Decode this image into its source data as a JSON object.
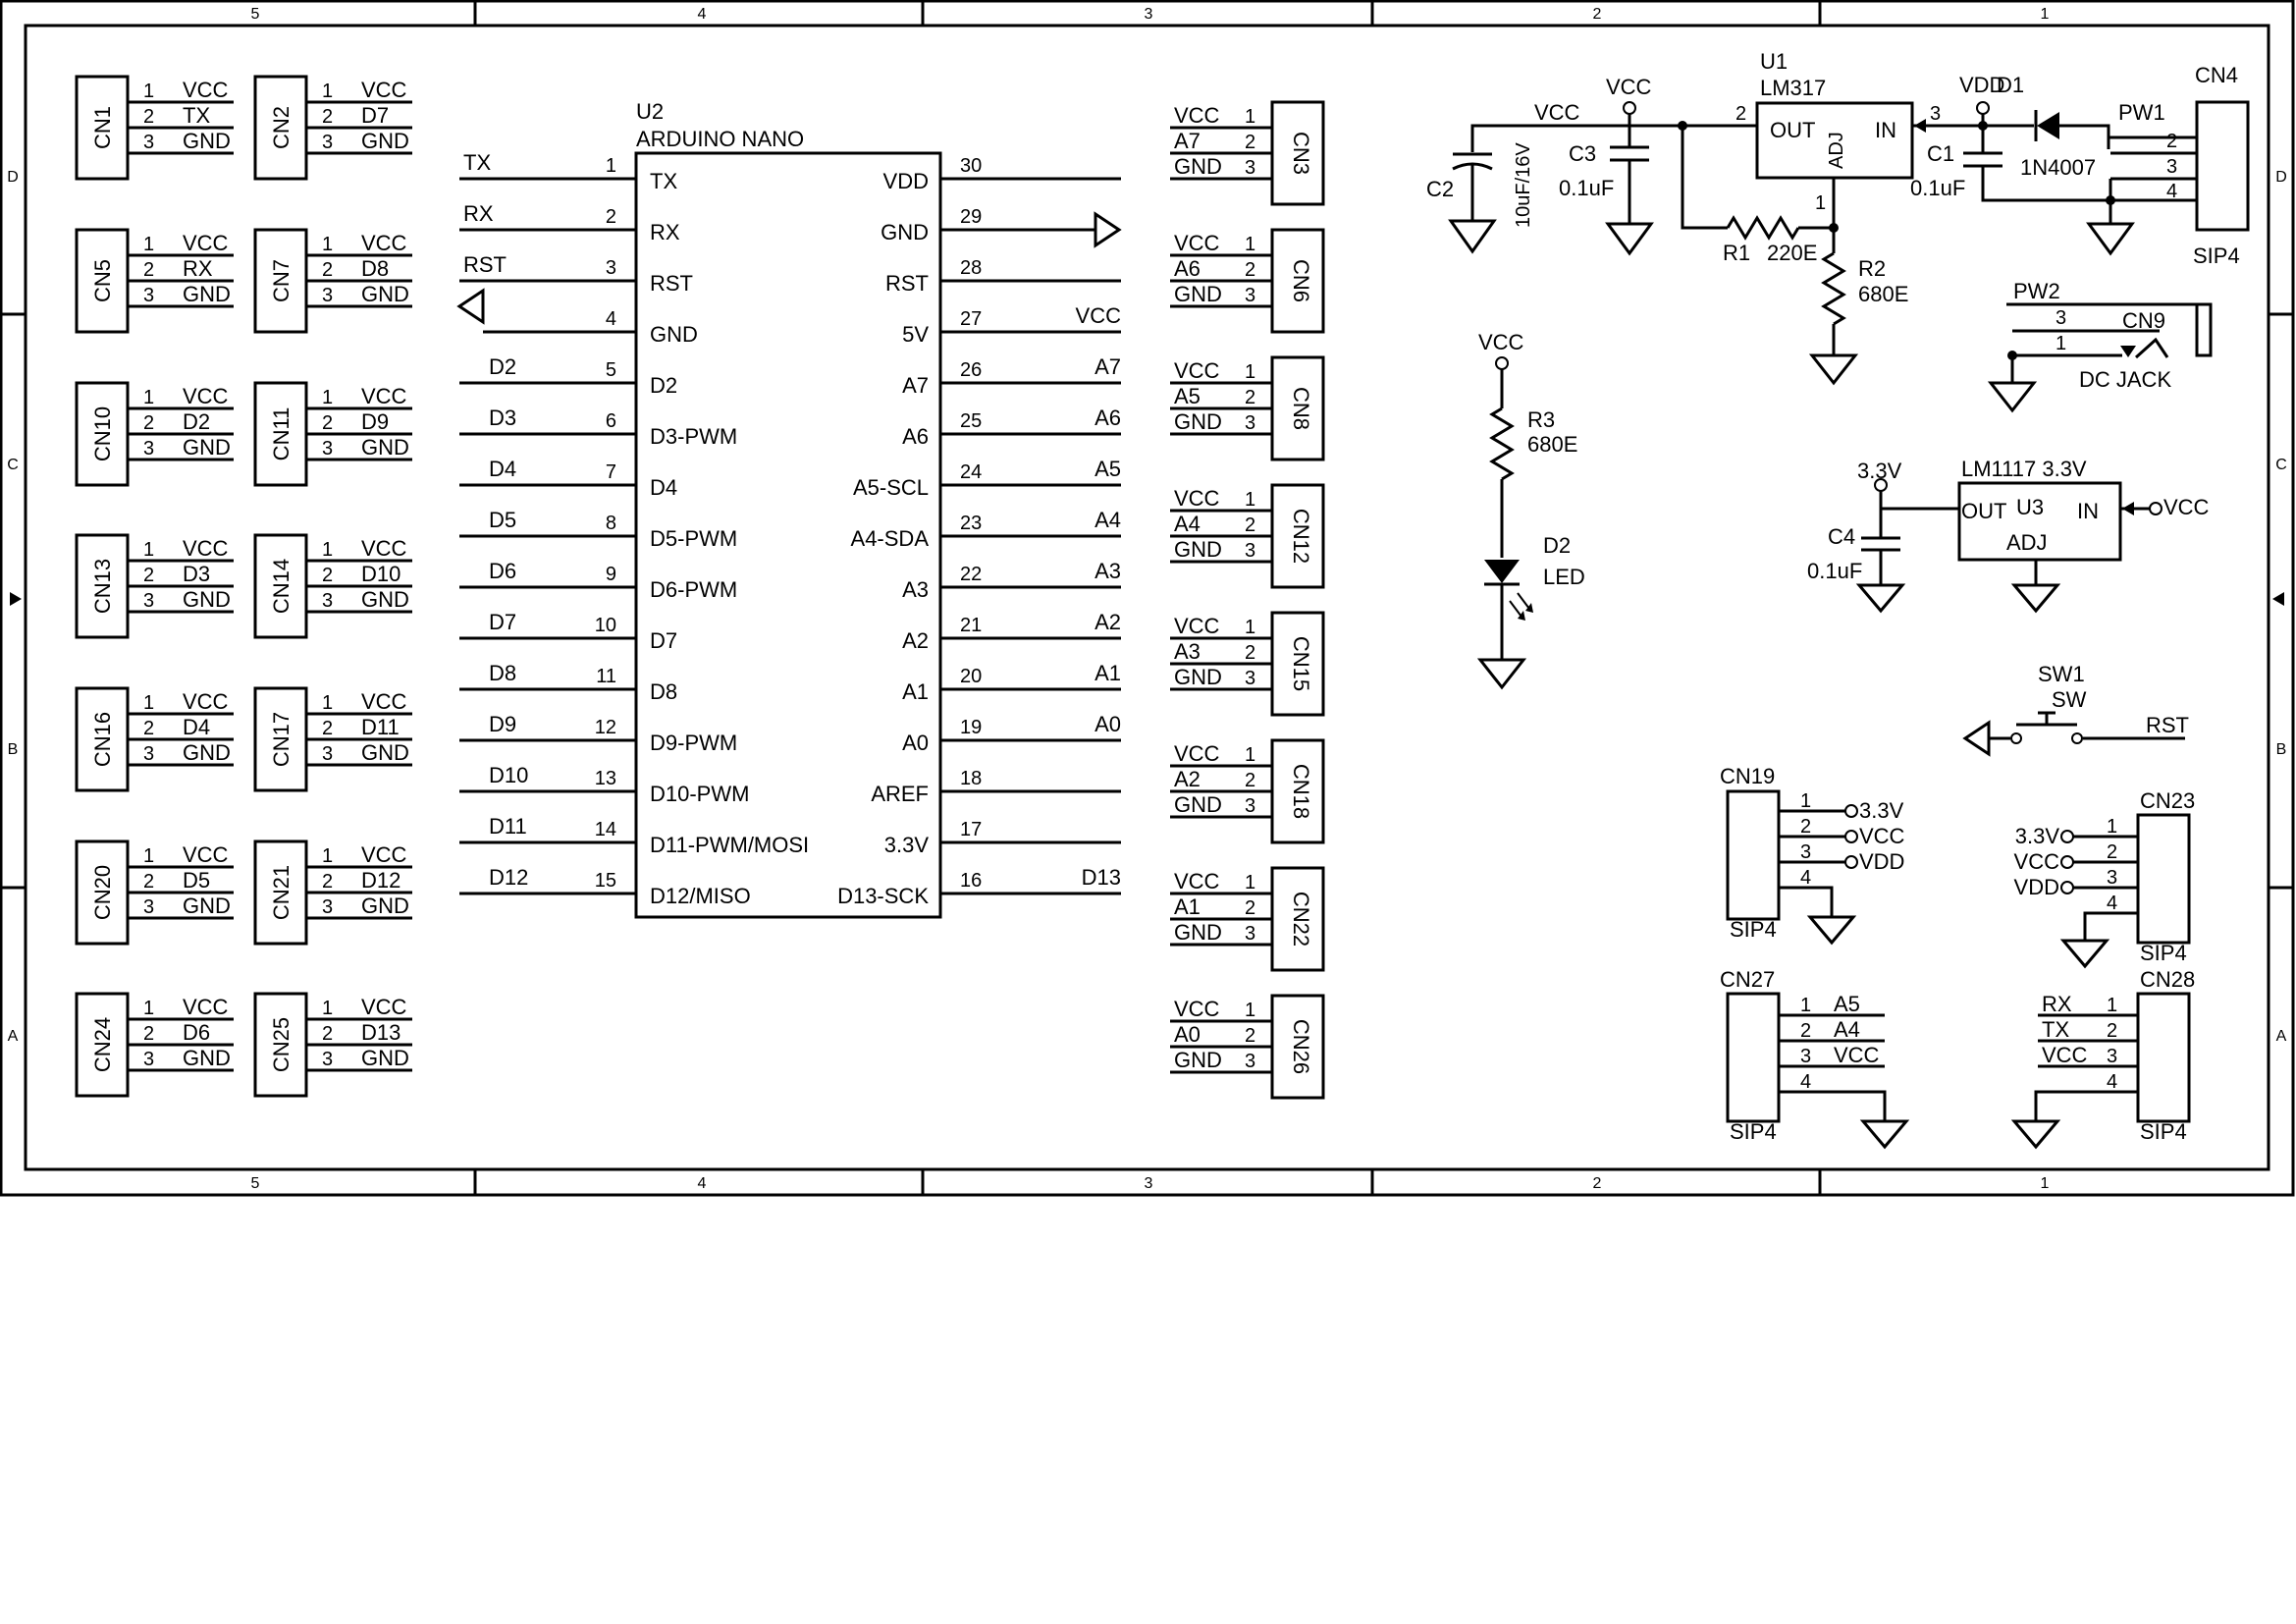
{
  "frame": {
    "columns": [
      "5",
      "4",
      "3",
      "2",
      "1"
    ],
    "rows": [
      "D",
      "C",
      "B",
      "A"
    ]
  },
  "arduino": {
    "ref": "U2",
    "name": "ARDUINO NANO",
    "left_pins": [
      {
        "num": "1",
        "name": "TX",
        "net": "TX"
      },
      {
        "num": "2",
        "name": "RX",
        "net": "RX"
      },
      {
        "num": "3",
        "name": "RST",
        "net": "RST"
      },
      {
        "num": "4",
        "name": "GND",
        "net": ""
      },
      {
        "num": "5",
        "name": "D2",
        "net": "D2"
      },
      {
        "num": "6",
        "name": "D3-PWM",
        "net": "D3"
      },
      {
        "num": "7",
        "name": "D4",
        "net": "D4"
      },
      {
        "num": "8",
        "name": "D5-PWM",
        "net": "D5"
      },
      {
        "num": "9",
        "name": "D6-PWM",
        "net": "D6"
      },
      {
        "num": "10",
        "name": "D7",
        "net": "D7"
      },
      {
        "num": "11",
        "name": "D8",
        "net": "D8"
      },
      {
        "num": "12",
        "name": "D9-PWM",
        "net": "D9"
      },
      {
        "num": "13",
        "name": "D10-PWM",
        "net": "D10"
      },
      {
        "num": "14",
        "name": "D11-PWM/MOSI",
        "net": "D11"
      },
      {
        "num": "15",
        "name": "D12/MISO",
        "net": "D12"
      }
    ],
    "right_pins": [
      {
        "num": "30",
        "name": "VDD",
        "net": ""
      },
      {
        "num": "29",
        "name": "GND",
        "net": ""
      },
      {
        "num": "28",
        "name": "RST",
        "net": ""
      },
      {
        "num": "27",
        "name": "5V",
        "net": "VCC"
      },
      {
        "num": "26",
        "name": "A7",
        "net": "A7"
      },
      {
        "num": "25",
        "name": "A6",
        "net": "A6"
      },
      {
        "num": "24",
        "name": "A5-SCL",
        "net": "A5"
      },
      {
        "num": "23",
        "name": "A4-SDA",
        "net": "A4"
      },
      {
        "num": "22",
        "name": "A3",
        "net": "A3"
      },
      {
        "num": "21",
        "name": "A2",
        "net": "A2"
      },
      {
        "num": "20",
        "name": "A1",
        "net": "A1"
      },
      {
        "num": "19",
        "name": "A0",
        "net": "A0"
      },
      {
        "num": "18",
        "name": "AREF",
        "net": ""
      },
      {
        "num": "17",
        "name": "3.3V",
        "net": ""
      },
      {
        "num": "16",
        "name": "D13-SCK",
        "net": "D13"
      }
    ]
  },
  "left_connectors": [
    {
      "ref": "CN1",
      "nets": [
        "VCC",
        "TX",
        "GND"
      ]
    },
    {
      "ref": "CN2",
      "nets": [
        "VCC",
        "D7",
        "GND"
      ]
    },
    {
      "ref": "CN5",
      "nets": [
        "VCC",
        "RX",
        "GND"
      ]
    },
    {
      "ref": "CN7",
      "nets": [
        "VCC",
        "D8",
        "GND"
      ]
    },
    {
      "ref": "CN10",
      "nets": [
        "VCC",
        "D2",
        "GND"
      ]
    },
    {
      "ref": "CN11",
      "nets": [
        "VCC",
        "D9",
        "GND"
      ]
    },
    {
      "ref": "CN13",
      "nets": [
        "VCC",
        "D3",
        "GND"
      ]
    },
    {
      "ref": "CN14",
      "nets": [
        "VCC",
        "D10",
        "GND"
      ]
    },
    {
      "ref": "CN16",
      "nets": [
        "VCC",
        "D4",
        "GND"
      ]
    },
    {
      "ref": "CN17",
      "nets": [
        "VCC",
        "D11",
        "GND"
      ]
    },
    {
      "ref": "CN20",
      "nets": [
        "VCC",
        "D5",
        "GND"
      ]
    },
    {
      "ref": "CN21",
      "nets": [
        "VCC",
        "D12",
        "GND"
      ]
    },
    {
      "ref": "CN24",
      "nets": [
        "VCC",
        "D6",
        "GND"
      ]
    },
    {
      "ref": "CN25",
      "nets": [
        "VCC",
        "D13",
        "GND"
      ]
    }
  ],
  "right_connectors": [
    {
      "ref": "CN3",
      "nets": [
        "VCC",
        "A7",
        "GND"
      ]
    },
    {
      "ref": "CN6",
      "nets": [
        "VCC",
        "A6",
        "GND"
      ]
    },
    {
      "ref": "CN8",
      "nets": [
        "VCC",
        "A5",
        "GND"
      ]
    },
    {
      "ref": "CN12",
      "nets": [
        "VCC",
        "A4",
        "GND"
      ]
    },
    {
      "ref": "CN15",
      "nets": [
        "VCC",
        "A3",
        "GND"
      ]
    },
    {
      "ref": "CN18",
      "nets": [
        "VCC",
        "A2",
        "GND"
      ]
    },
    {
      "ref": "CN22",
      "nets": [
        "VCC",
        "A1",
        "GND"
      ]
    },
    {
      "ref": "CN26",
      "nets": [
        "VCC",
        "A0",
        "GND"
      ]
    }
  ],
  "pin_numbers": [
    "1",
    "2",
    "3",
    "4"
  ],
  "regulator": {
    "u1_ref": "U1",
    "u1_name": "LM317",
    "out": "OUT",
    "in": "IN",
    "adj": "ADJ",
    "pin2": "2",
    "pin3": "3",
    "pin1": "1",
    "vcc_net": "VCC",
    "vcc_port": "VCC",
    "vdd_port": "VDD",
    "c2_ref": "C2",
    "c2_val": "10uF/16V",
    "c3_ref": "C3",
    "c3_val": "0.1uF",
    "c1_ref": "C1",
    "c1_val": "0.1uF",
    "r1_ref": "R1",
    "r1_val": "220E",
    "r2_ref": "R2",
    "r2_val": "680E",
    "d1_ref": "D1",
    "d1_val": "1N4007",
    "cn4_ref": "CN4",
    "cn4_type": "SIP4",
    "pw1": "PW1",
    "cn9_ref": "CN9",
    "pw2": "PW2",
    "dc_jack": "DC JACK"
  },
  "led": {
    "vcc": "VCC",
    "r3_ref": "R3",
    "r3_val": "680E",
    "d2_ref": "D2",
    "d2_val": "LED"
  },
  "ldo": {
    "title": "LM1117 3.3V",
    "ref": "U3",
    "out": "OUT",
    "in": "IN",
    "adj": "ADJ",
    "port_out": "3.3V",
    "port_in": "VCC",
    "c4_ref": "C4",
    "c4_val": "0.1uF"
  },
  "switch": {
    "ref": "SW1",
    "val": "SW",
    "net": "RST"
  },
  "sip": {
    "cn19": {
      "ref": "CN19",
      "type": "SIP4",
      "ports": [
        "3.3V",
        "VCC",
        "VDD"
      ]
    },
    "cn23": {
      "ref": "CN23",
      "type": "SIP4",
      "ports": [
        "3.3V",
        "VCC",
        "VDD"
      ]
    },
    "cn27": {
      "ref": "CN27",
      "type": "SIP4",
      "nets": [
        "A5",
        "A4",
        "VCC"
      ]
    },
    "cn28": {
      "ref": "CN28",
      "type": "SIP4",
      "nets": [
        "RX",
        "TX",
        "VCC"
      ]
    }
  }
}
